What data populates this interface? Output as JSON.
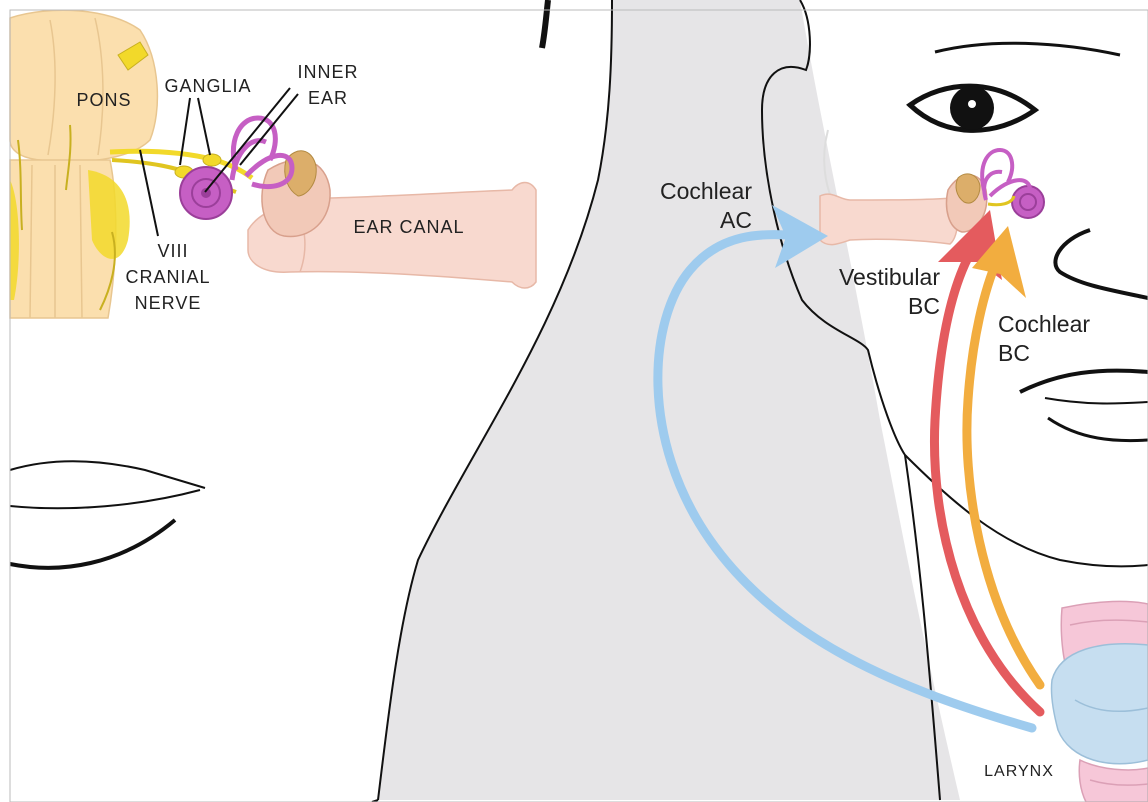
{
  "labels": {
    "pons": "PONS",
    "ganglia": "GANGLIA",
    "inner_ear_line1": "INNER",
    "inner_ear_line2": "EAR",
    "ear_canal": "EAR CANAL",
    "cranial_nerve_line1": "VIII",
    "cranial_nerve_line2": "CRANIAL",
    "cranial_nerve_line3": "NERVE",
    "cochlear_ac_line1": "Cochlear",
    "cochlear_ac_line2": "AC",
    "vestibular_bc_line1": "Vestibular",
    "vestibular_bc_line2": "BC",
    "cochlear_bc_line1": "Cochlear",
    "cochlear_bc_line2": "BC",
    "larynx": "LARYNX"
  },
  "pathways": [
    {
      "name": "cochlear-air-conduction",
      "color": "#9ecbee"
    },
    {
      "name": "vestibular-bone-conduction",
      "color": "#e45b5e"
    },
    {
      "name": "cochlear-bone-conduction",
      "color": "#f2ad3f"
    }
  ],
  "colors": {
    "brainstem": "#fbdfae",
    "nerve": "#f2d92a",
    "inner_ear": "#c65fc4",
    "ear_canal": "#f8d9cf",
    "neck_gap": "#e6e5e7",
    "larynx": "#c6def0",
    "outline": "#111111"
  }
}
